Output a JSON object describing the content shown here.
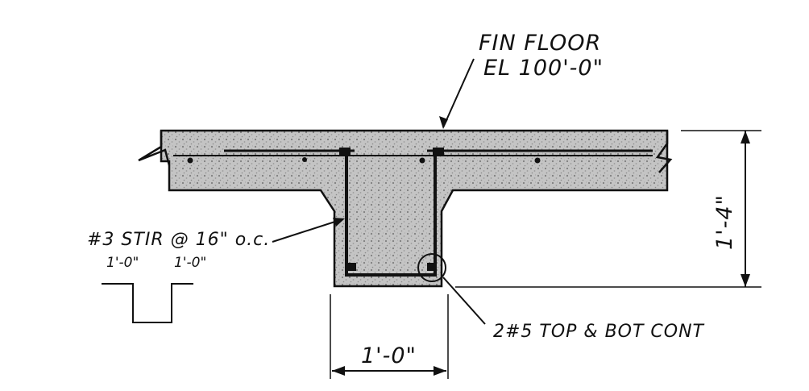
{
  "labels": {
    "floor_line1": "FIN FLOOR",
    "floor_line2": "EL 100'-0\"",
    "depth_dim": "1'-4\"",
    "stirrup_note": "#3 STIR @ 16\" o.c.",
    "stirrup_left_dim": "1'-0\"",
    "stirrup_right_dim": "1'-0\"",
    "rebar_note": "2#5 TOP & BOT CONT",
    "width_dim": "1'-0\""
  },
  "colors": {
    "ink": "#111111",
    "concrete": "#bdbdbd"
  }
}
